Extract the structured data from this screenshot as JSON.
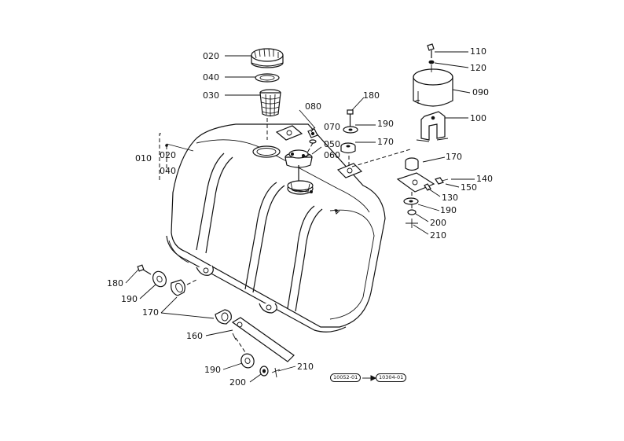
{
  "labels": {
    "p010": "010",
    "p020": "020",
    "p020b": "020",
    "p030": "030",
    "p040": "040",
    "p040b": "040",
    "p050": "050",
    "p060": "060",
    "p070": "070",
    "p080": "080",
    "p090": "090",
    "p100": "100",
    "p110": "110",
    "p120": "120",
    "p130": "130",
    "p140": "140",
    "p150": "150",
    "p160": "160",
    "p170a": "170",
    "p170b": "170",
    "p170c": "170",
    "p180a": "180",
    "p180b": "180",
    "p190a": "190",
    "p190b": "190",
    "p190c": "190",
    "p200a": "200",
    "p200b": "200",
    "p210a": "210",
    "p210b": "210"
  },
  "serial_range": {
    "from": "10052-01",
    "to": "10304-01"
  }
}
